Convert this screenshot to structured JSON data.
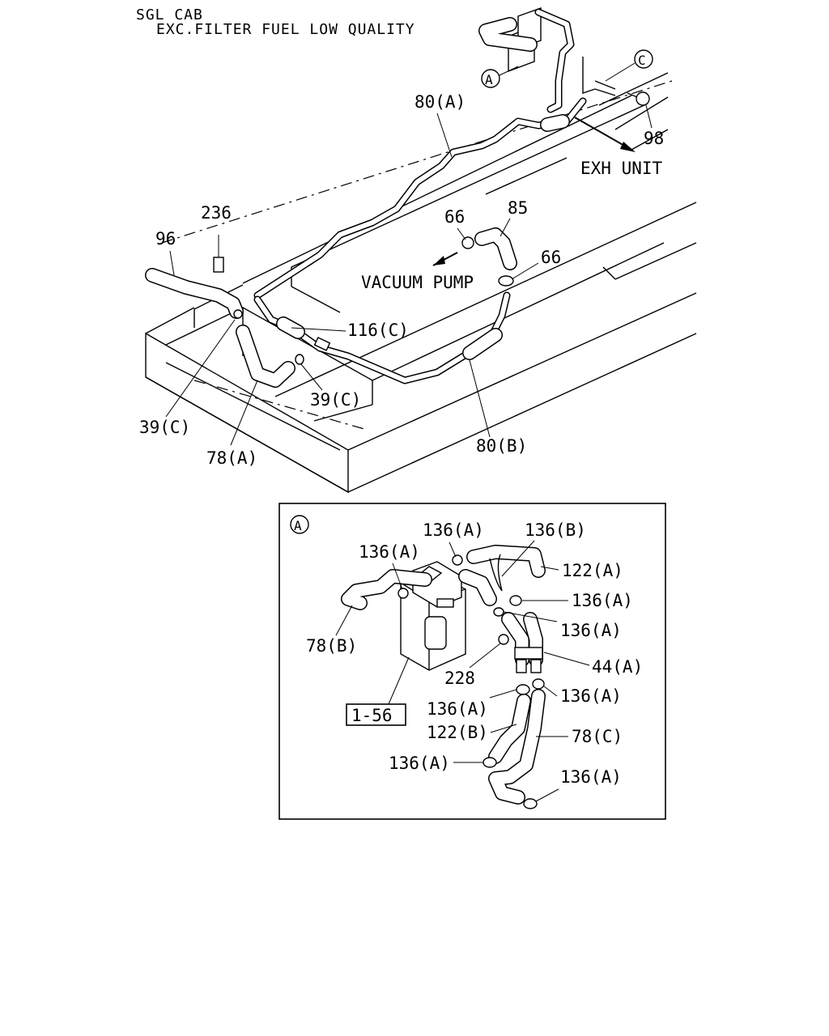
{
  "header": {
    "line1": "SGL CAB",
    "line2": "EXC.FILTER FUEL LOW QUALITY"
  },
  "callouts": {
    "a_marker": "A",
    "c_marker": "C",
    "exh_unit": "EXH UNIT",
    "vacuum_pump": "VACUUM PUMP"
  },
  "parts_main": {
    "p80a": "80(A)",
    "p98": "98",
    "p236": "236",
    "p96": "96",
    "p66_top": "66",
    "p85": "85",
    "p66_right": "66",
    "p116c": "116(C)",
    "p39c_right": "39(C)",
    "p39c_left": "39(C)",
    "p78a": "78(A)",
    "p80b": "80(B)"
  },
  "detail": {
    "marker": "A",
    "ref_box": "1-56",
    "labels": {
      "p136a_1": "136(A)",
      "p136b": "136(B)",
      "p136a_2": "136(A)",
      "p122a": "122(A)",
      "p136a_3": "136(A)",
      "p136a_4": "136(A)",
      "p78b": "78(B)",
      "p44a": "44(A)",
      "p228": "228",
      "p136a_5": "136(A)",
      "p136a_6": "136(A)",
      "p122b": "122(B)",
      "p78c": "78(C)",
      "p136a_7": "136(A)",
      "p136a_8": "136(A)"
    }
  }
}
